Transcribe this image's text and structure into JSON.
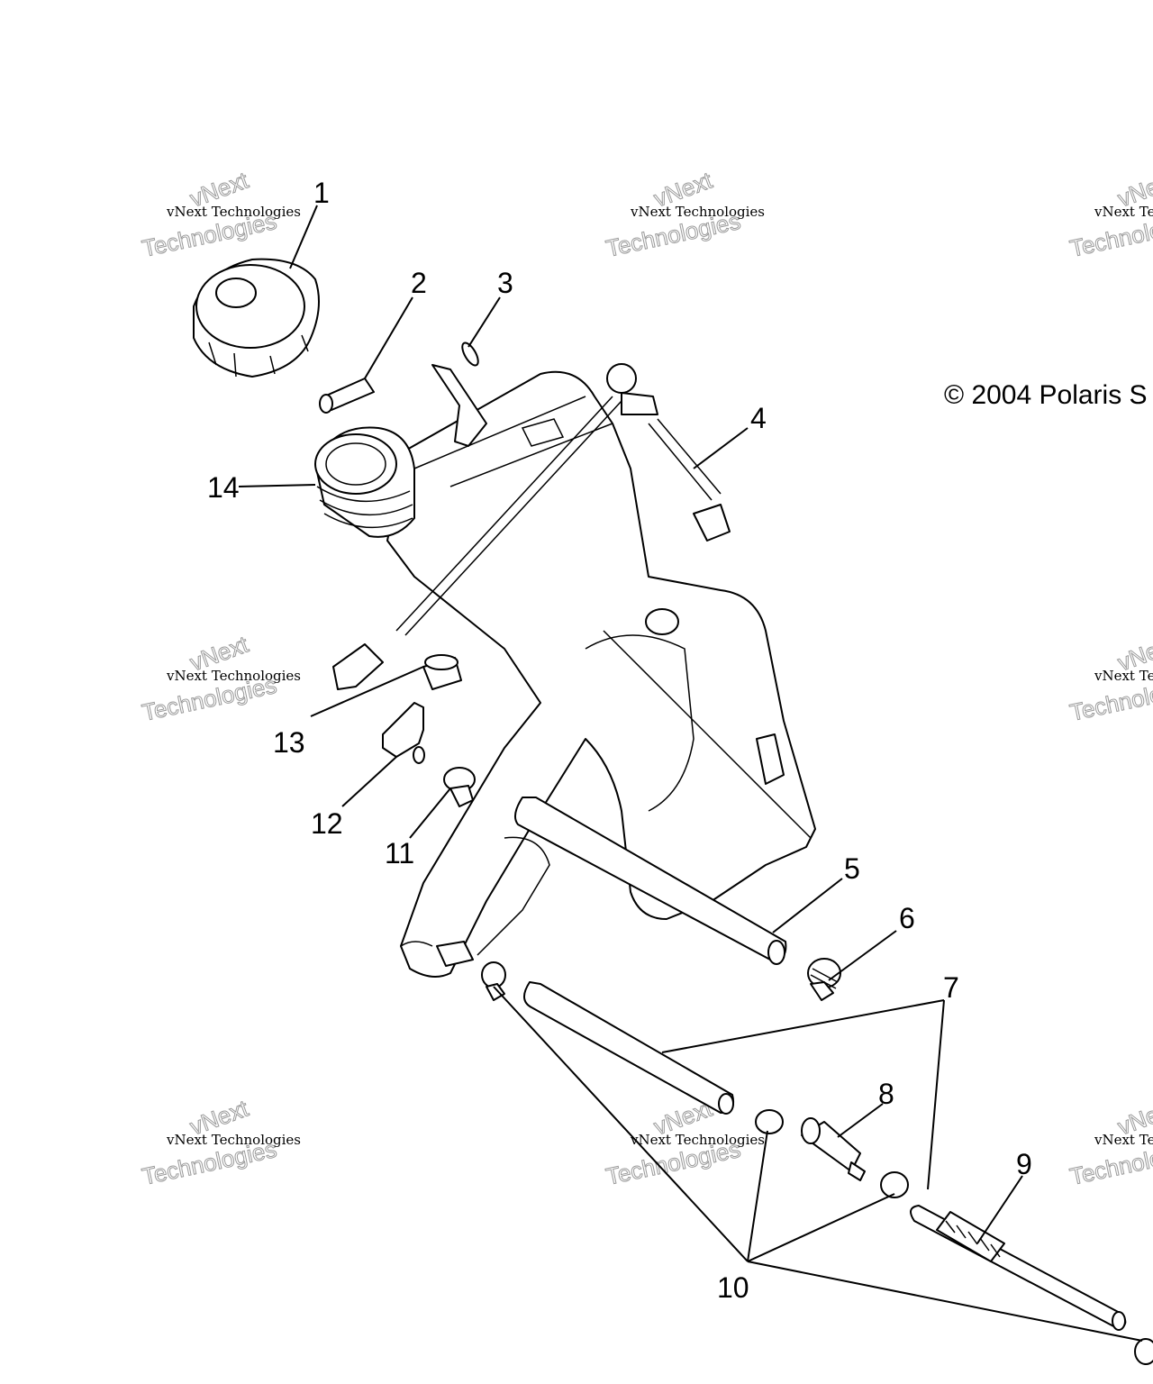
{
  "copyright": "© 2004 Polaris S",
  "watermark": {
    "line_small": "vNext Technologies",
    "line_big_1": "vNext",
    "line_big_2": "Technologies"
  },
  "callouts": [
    "1",
    "2",
    "3",
    "4",
    "5",
    "6",
    "7",
    "8",
    "9",
    "10",
    "11",
    "12",
    "13",
    "14"
  ]
}
